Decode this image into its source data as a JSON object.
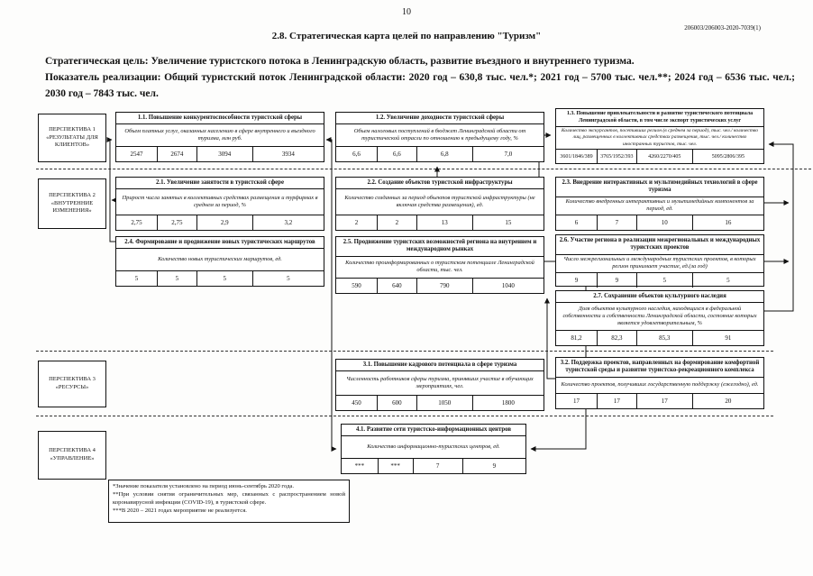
{
  "header": {
    "page_number": "10",
    "doc_code": "206003/206003-2020-7039(1)",
    "title": "2.8. Стратегическая карта целей по направлению \"Туризм\"",
    "goal_line": "Стратегическая цель: Увеличение туристского потока в Ленинградскую область, развитие въездного и внутреннего туризма.",
    "indicator_line": "Показатель реализации: Общий туристский поток Ленинградской области: 2020 год – 630,8 тыс. чел.*; 2021 год – 5700 тыс. чел.**; 2024 год – 6536 тыс. чел.; 2030 год – 7843 тыс. чел."
  },
  "perspectives": {
    "p1": {
      "label": "ПЕРСПЕКТИВА 1\n«РЕЗУЛЬТАТЫ ДЛЯ\nКЛИЕНТОВ»"
    },
    "p2": {
      "label": "ПЕРСПЕКТИВА 2\n«ВНУТРЕННИЕ\nИЗМЕНЕНИЯ»"
    },
    "p3": {
      "label": "ПЕРСПЕКТИВА 3\n«РЕСУРСЫ»"
    },
    "p4": {
      "label": "ПЕРСПЕКТИВА 4\n«УПРАВЛЕНИЕ»"
    }
  },
  "boxes": {
    "b11": {
      "title": "1.1. Повышение конкурентоспособности туристской сферы",
      "metric": "Объем платных услуг, оказанных населению в сфере внутреннего и въездного туризма, млн руб.",
      "values": [
        "2547",
        "2674",
        "3094",
        "3934"
      ]
    },
    "b12": {
      "title": "1.2. Увеличение доходности туристской сферы",
      "metric": "Объем налоговых поступлений в бюджет Ленинградской области от туристической отрасли по отношению к предыдущему году, %",
      "values": [
        "6,6",
        "6,6",
        "6,8",
        "7,0"
      ]
    },
    "b13": {
      "title": "1.3. Повышение привлекательности и развитие туристического потенциала Ленинградской области, в том числе экспорт туристических услуг",
      "metric": "Количество экскурсантов, посетивших регион (в среднем за период), тыс. чел./ количество лиц, размещенных в коллективных средствах размещения, тыс. чел./ количество иностранных туристов, тыс. чел.",
      "values": [
        "3601/1846/389",
        "3765/1952/393",
        "4260/2270/405",
        "5095/2806/395"
      ]
    },
    "b21": {
      "title": "2.1. Увеличение занятости в туристской сфере",
      "metric": "Прирост числа занятых в коллективных средствах размещения и турфирмах в среднем за период, %",
      "values": [
        "2,75",
        "2,75",
        "2,9",
        "3,2"
      ]
    },
    "b22": {
      "title": "2.2. Создание объектов туристской инфраструктуры",
      "metric": "Количество созданных за период объектов туристской инфраструктуры (не включая средства размещения), ед.",
      "values": [
        "2",
        "2",
        "13",
        "15"
      ]
    },
    "b23": {
      "title": "2.3. Внедрение интерактивных и мультимедийных технологий в сфере туризма",
      "metric": "Количество внедренных интерактивных и мультимедийных компонентов за период, ед.",
      "values": [
        "6",
        "7",
        "10",
        "16"
      ]
    },
    "b24": {
      "title": "2.4. Формирование и продвижение новых туристических маршрутов",
      "metric": "Количество новых туристических маршрутов, ед.",
      "values": [
        "5",
        "5",
        "5",
        "5"
      ]
    },
    "b25": {
      "title": "2.5. Продвижение туристских возможностей региона на внутреннем и международном рынках",
      "metric": "Количество проинформированных о туристском потенциале Ленинградской области, тыс. чел.",
      "values": [
        "590",
        "640",
        "790",
        "1040"
      ]
    },
    "b26": {
      "title": "2.6. Участие региона в реализации межрегиональных и международных туристских проектов",
      "metric": "Число межрегиональных и международных туристских проектов, в которых регион принимает участие, ед.(за год)",
      "values": [
        "9",
        "9",
        "5",
        "5"
      ]
    },
    "b27": {
      "title": "2.7. Сохранение объектов культурного наследия",
      "metric": "Доля объектов культурного наследия, находящихся в федеральной собственности и собственности Ленинградской области, состояние которых является удовлетворительным, %",
      "values": [
        "81,2",
        "82,3",
        "85,3",
        "91"
      ]
    },
    "b31": {
      "title": "3.1. Повышение кадрового потенциала в сфере туризма",
      "metric": "Численность работников сферы туризма, принявших участие в обучающих мероприятиях, чел.",
      "values": [
        "450",
        "600",
        "1050",
        "1800"
      ]
    },
    "b32": {
      "title": "3.2. Поддержка проектов, направленных на формирование комфортной туристской среды и развитие туристско-рекреационного комплекса",
      "metric": "Количество проектов, получивших государственную поддержку (ежегодно), ед.",
      "values": [
        "17",
        "17",
        "17",
        "20"
      ]
    },
    "b41": {
      "title": "4.1. Развитие сети туристско-информационных центров",
      "metric": "Количество информационно-туристских центров, ед.",
      "values": [
        "***",
        "***",
        "7",
        "9"
      ]
    }
  },
  "footnotes": {
    "line1": "*Значение показателя установлено на период июнь-сентябрь 2020 года.",
    "line2": "**При условии снятия ограничительных мер, связанных с распространением новой коронавирусной инфекции (COVID-19), в туристской сфере.",
    "line3": "***В 2020 – 2021 годах мероприятие не реализуется."
  }
}
